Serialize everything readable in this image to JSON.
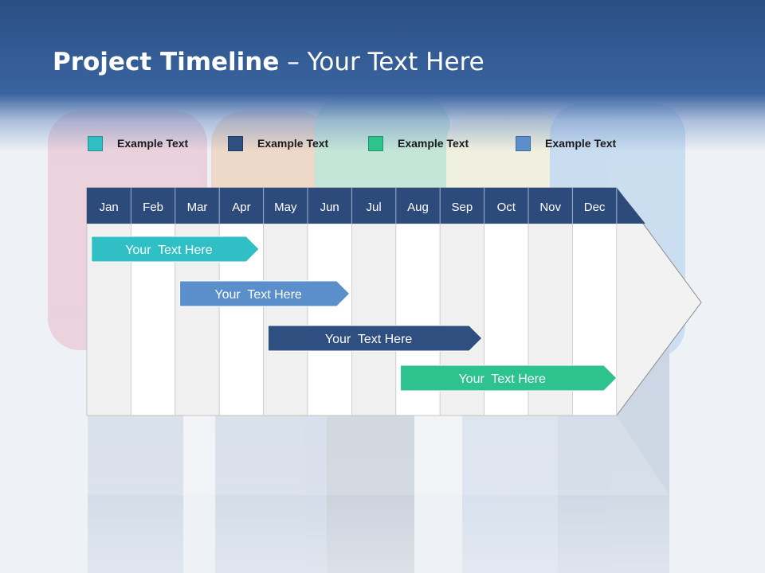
{
  "slide": {
    "title_bold": "Project Timeline",
    "title_rest": " – Your Text Here"
  },
  "legend": [
    {
      "label": "Example Text",
      "color": "#2fbfc4"
    },
    {
      "label": "Example Text",
      "color": "#2e4f80"
    },
    {
      "label": "Example Text",
      "color": "#2ec28f"
    },
    {
      "label": "Example Text",
      "color": "#5a8fcc"
    }
  ],
  "timeline": {
    "months": [
      "Jan",
      "Feb",
      "Mar",
      "Apr",
      "May",
      "Jun",
      "Jul",
      "Aug",
      "Sep",
      "Oct",
      "Nov",
      "Dec"
    ],
    "bars": [
      {
        "label": "Your  Text Here",
        "start_month": 1.05,
        "end_month": 3.9,
        "color": "#2fbfc4"
      },
      {
        "label": "Your  Text Here",
        "start_month": 3.05,
        "end_month": 5.95,
        "color": "#5a8fcc"
      },
      {
        "label": "Your  Text Here",
        "start_month": 5.05,
        "end_month": 8.95,
        "color": "#2e4f80"
      },
      {
        "label": "Your  Text Here",
        "start_month": 8.05,
        "end_month": 12.0,
        "color": "#2ec28f"
      }
    ],
    "header_color": "#2c4a7a"
  }
}
